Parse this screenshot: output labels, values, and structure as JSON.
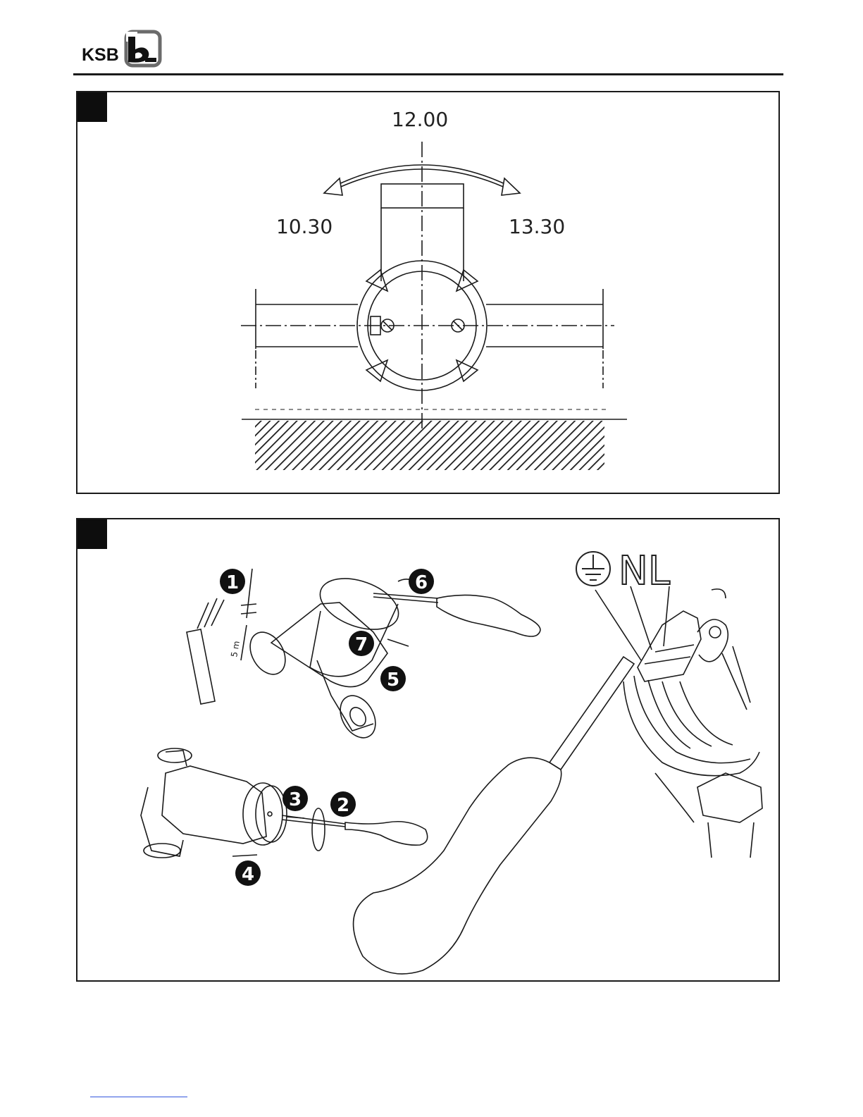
{
  "header": {
    "logo_text": "KSB",
    "logo_icon": "ksb-b-logo-icon"
  },
  "figure1": {
    "label_top": "12.00",
    "label_left": "10.30",
    "label_right": "13.30"
  },
  "figure2": {
    "callouts": [
      "1",
      "2",
      "3",
      "4",
      "5",
      "6",
      "7"
    ],
    "strip_length": "5 m",
    "terminal_symbol": "earth-ground-icon",
    "terminal_letters": "NL"
  },
  "colors": {
    "line": "#1a1a1a",
    "tab": "#0d0d0d",
    "footer_link": "#3355dd"
  }
}
